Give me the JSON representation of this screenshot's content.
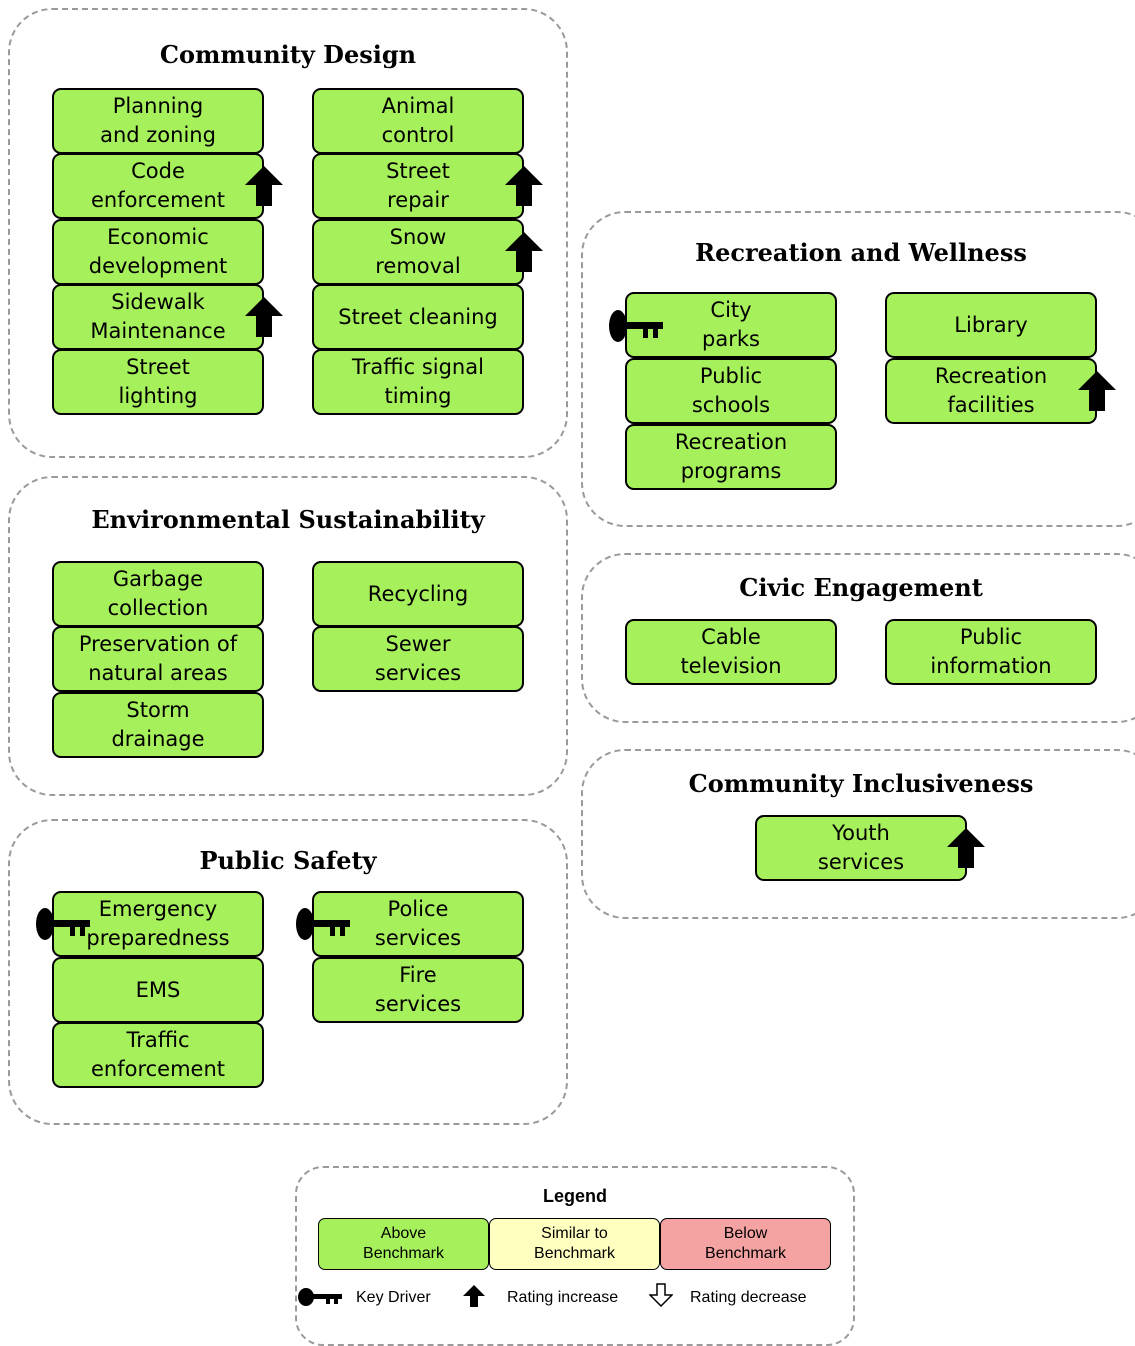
{
  "colors": {
    "above": "#a6f05b",
    "similar": "#ffffc0",
    "below": "#f4a2a2",
    "border": "#9a9a9a"
  },
  "sections": {
    "community_design": {
      "title": "Community Design",
      "items": {
        "planning": "Planning\nand zoning",
        "code": "Code\nenforcement",
        "economic": "Economic\ndevelopment",
        "sidewalk": "Sidewalk\nMaintenance",
        "streetlight": "Street\nlighting",
        "animal": "Animal\ncontrol",
        "streetrepair": "Street\nrepair",
        "snow": "Snow\nremoval",
        "streetclean": "Street cleaning",
        "traffic": "Traffic signal\ntiming"
      }
    },
    "environmental": {
      "title": "Environmental Sustainability",
      "items": {
        "garbage": "Garbage\ncollection",
        "preservation": "Preservation of\nnatural areas",
        "storm": "Storm\ndrainage",
        "recycling": "Recycling",
        "sewer": "Sewer\nservices"
      }
    },
    "public_safety": {
      "title": "Public Safety",
      "items": {
        "emergency": "Emergency\npreparedness",
        "ems": "EMS",
        "trafficenf": "Traffic\nenforcement",
        "police": "Police\nservices",
        "fire": "Fire\nservices"
      }
    },
    "recreation": {
      "title": "Recreation and Wellness",
      "items": {
        "parks": "City\nparks",
        "schools": "Public\nschools",
        "programs": "Recreation\nprograms",
        "library": "Library",
        "facilities": "Recreation\nfacilities"
      }
    },
    "civic": {
      "title": "Civic Engagement",
      "items": {
        "cable": "Cable\ntelevision",
        "info": "Public\ninformation"
      }
    },
    "inclusiveness": {
      "title": "Community Inclusiveness",
      "items": {
        "youth": "Youth\nservices"
      }
    }
  },
  "legend": {
    "title": "Legend",
    "above": "Above\nBenchmark",
    "similar": "Similar to\nBenchmark",
    "below": "Below\nBenchmark",
    "key_driver": "Key Driver",
    "rating_increase": "Rating increase",
    "rating_decrease": "Rating decrease"
  }
}
